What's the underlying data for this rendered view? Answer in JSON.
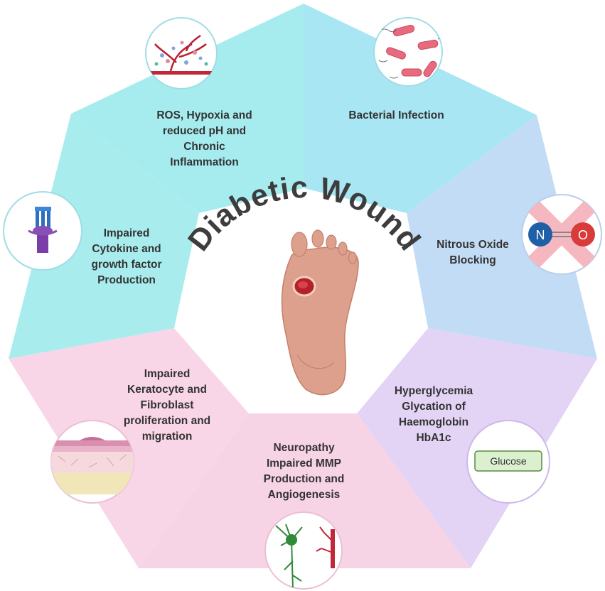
{
  "title": "Diabetic Wound",
  "segments": [
    {
      "id": "ros",
      "label": "ROS, Hypoxia and\nreduced pH and\nChronic\nInflammation",
      "color": "#a6ecef"
    },
    {
      "id": "bacteria",
      "label": "Bacterial Infection",
      "color": "#a8e6f3"
    },
    {
      "id": "nitrous",
      "label": "Nitrous Oxide\nBlocking",
      "color": "#c3dcf6"
    },
    {
      "id": "hyperglycemia",
      "label": "Hyperglycemia\nGlycation of\nHaemoglobin\nHbA1c",
      "color": "#e3d4f6"
    },
    {
      "id": "neuropathy",
      "label": "Neuropathy\nImpaired MMP\nProduction and\nAngiogenesis",
      "color": "#f7d3e6"
    },
    {
      "id": "keratocyte",
      "label": "Impaired\nKeratocyte and\nFibroblast\nproliferation and\nmigration",
      "color": "#f8d6e7"
    },
    {
      "id": "cytokine",
      "label": "Impaired\nCytokine and\ngrowth factor\nProduction",
      "color": "#a9eced"
    }
  ],
  "icons": {
    "nitric_n": "N",
    "nitric_o": "O",
    "glucose": "Glucose"
  },
  "colors": {
    "title": "#3d3d3d",
    "text": "#333333",
    "foot": "#dca08c",
    "wound": "#b5202a"
  }
}
